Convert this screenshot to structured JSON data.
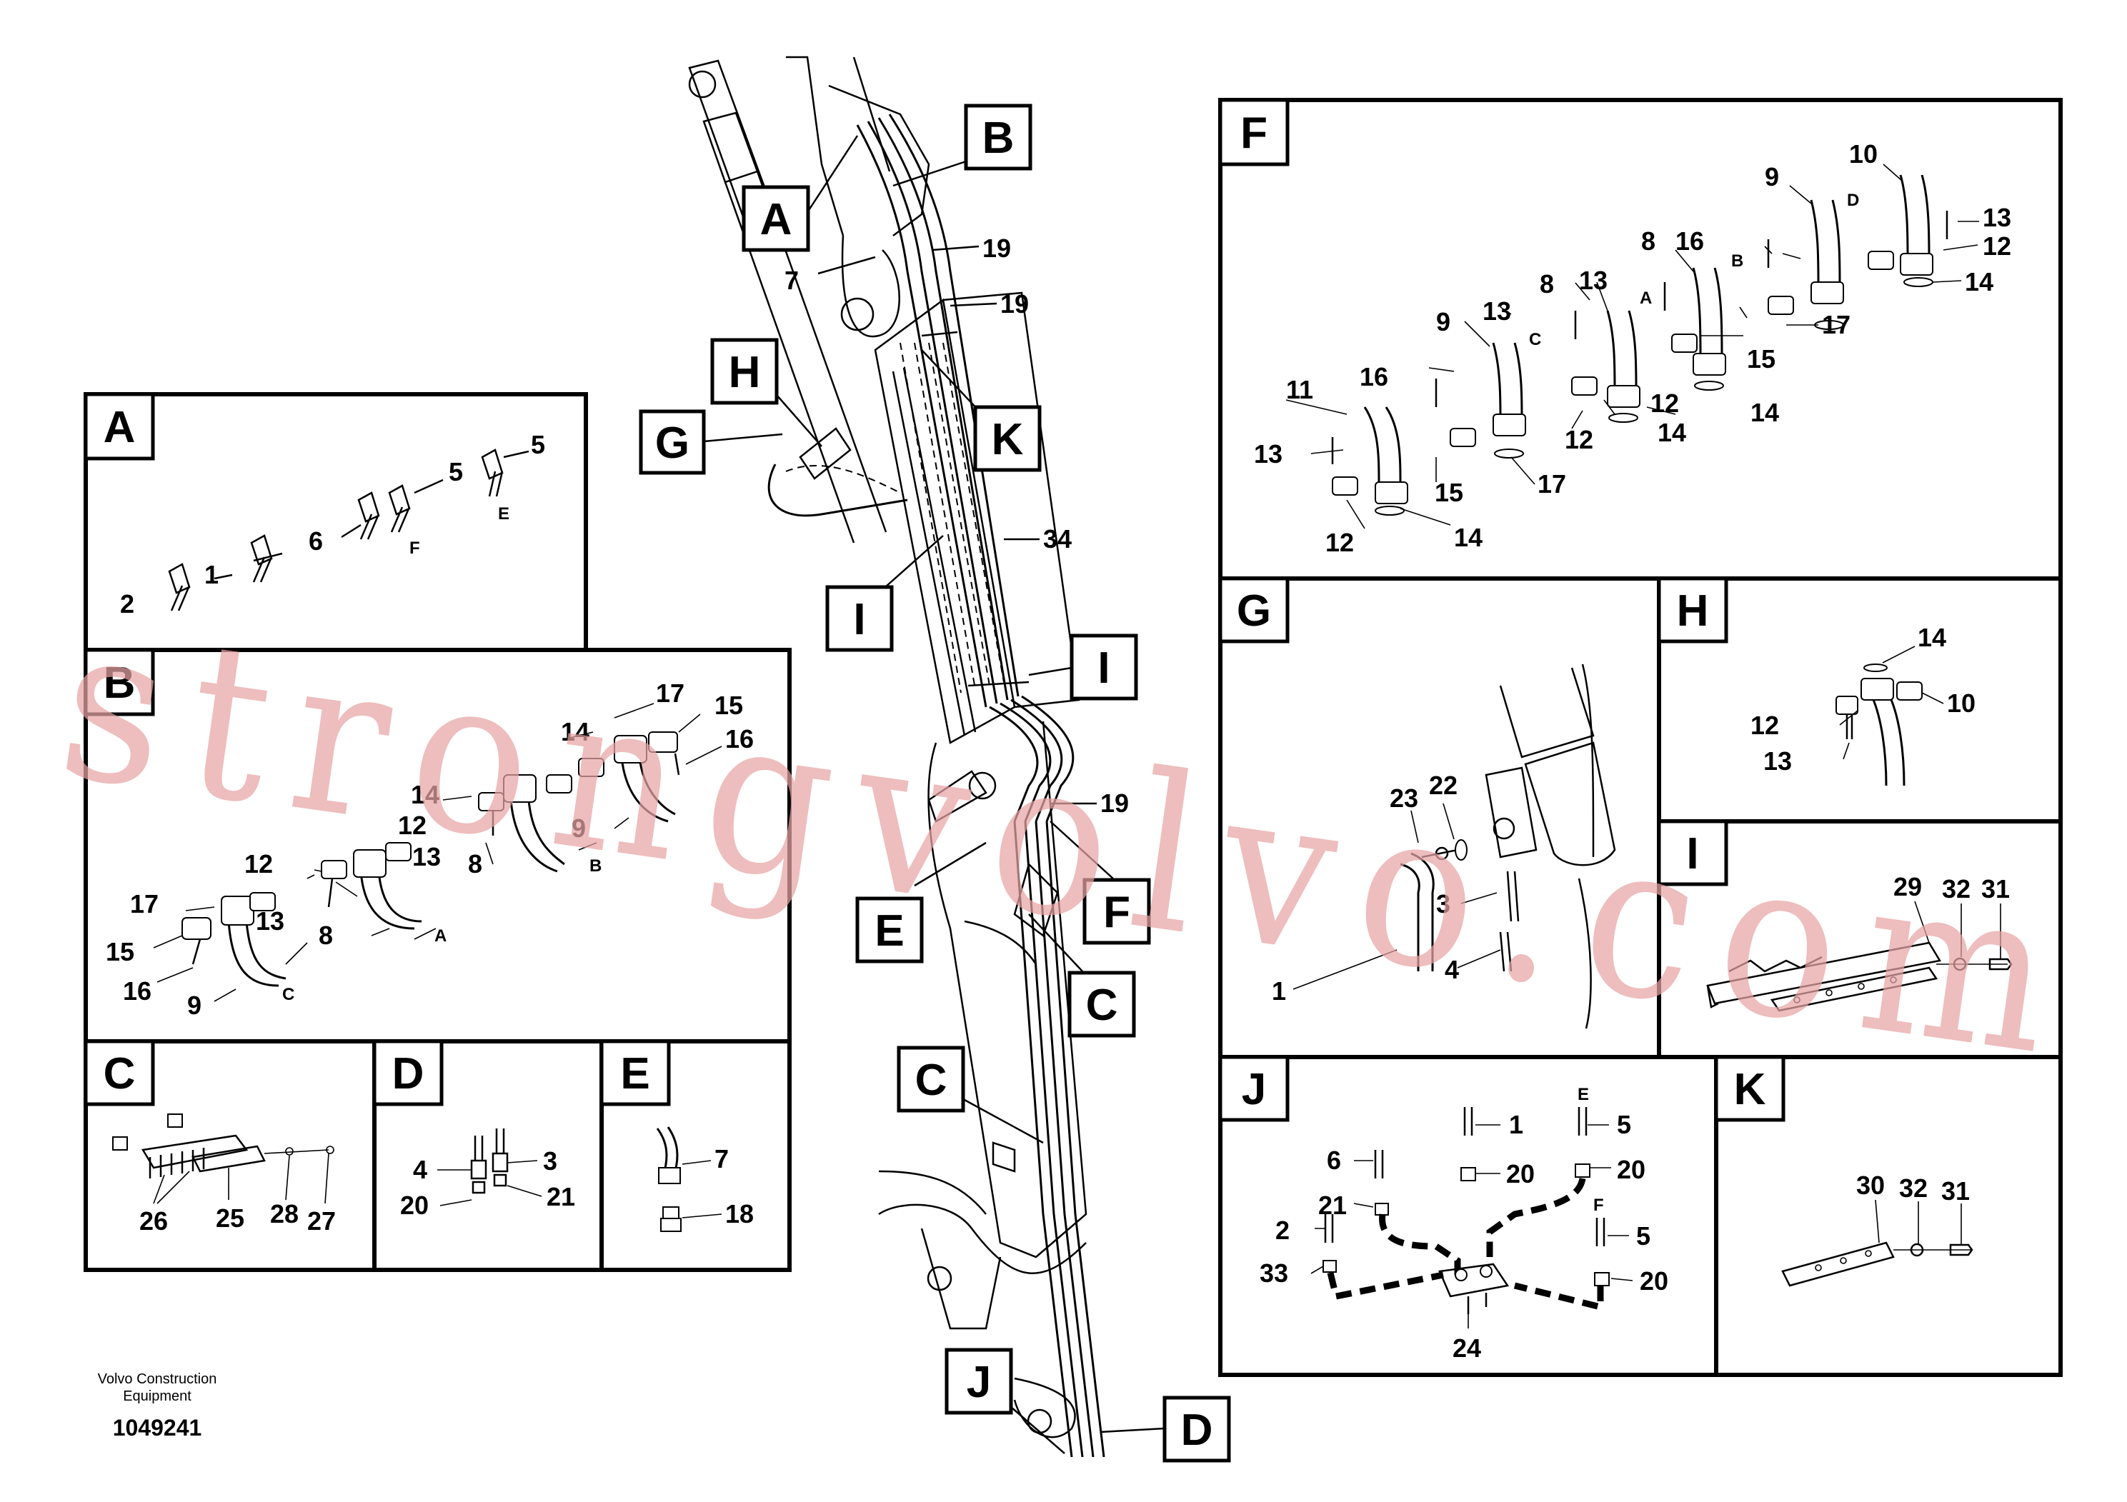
{
  "footer": {
    "company_line1": "Volvo Construction",
    "company_line2": "Equipment",
    "drawing_number": "1049241"
  },
  "watermark": {
    "text": "strongvolvo.com",
    "color": "#e8a3a3"
  },
  "main_callouts": {
    "tags": [
      "A",
      "B",
      "G",
      "H",
      "K",
      "I",
      "I",
      "E",
      "F",
      "C",
      "C",
      "J",
      "D"
    ],
    "numbers": [
      "19",
      "7",
      "19",
      "34",
      "19"
    ]
  },
  "panels": {
    "A": {
      "title": "A",
      "labels": [
        "5",
        "5",
        "6",
        "1",
        "2"
      ],
      "letters": [
        "F",
        "E"
      ]
    },
    "B": {
      "title": "B",
      "labels": [
        "17",
        "15",
        "16",
        "14",
        "14",
        "12",
        "13",
        "9",
        "8",
        "12",
        "17",
        "13",
        "8",
        "15",
        "16",
        "9"
      ],
      "letters": [
        "B",
        "A",
        "C"
      ]
    },
    "C": {
      "title": "C",
      "labels": [
        "26",
        "25",
        "28",
        "27"
      ]
    },
    "D": {
      "title": "D",
      "labels": [
        "4",
        "3",
        "20",
        "21"
      ]
    },
    "E": {
      "title": "E",
      "labels": [
        "7",
        "18"
      ]
    },
    "F": {
      "title": "F",
      "labels": [
        "10",
        "9",
        "13",
        "12",
        "14",
        "8",
        "16",
        "13",
        "17",
        "8",
        "13",
        "9",
        "12",
        "14",
        "15",
        "14",
        "11",
        "16",
        "12",
        "15",
        "17",
        "13",
        "12",
        "14"
      ],
      "letters": [
        "D",
        "B",
        "A",
        "C"
      ]
    },
    "G": {
      "title": "G",
      "labels": [
        "23",
        "22",
        "3",
        "1",
        "4"
      ]
    },
    "H": {
      "title": "H",
      "labels": [
        "14",
        "12",
        "10",
        "13"
      ]
    },
    "I": {
      "title": "I",
      "labels": [
        "29",
        "32",
        "31"
      ]
    },
    "J": {
      "title": "J",
      "labels": [
        "1",
        "5",
        "6",
        "20",
        "20",
        "21",
        "2",
        "5",
        "33",
        "20",
        "24"
      ],
      "letters": [
        "E",
        "F"
      ]
    },
    "K": {
      "title": "K",
      "labels": [
        "30",
        "32",
        "31"
      ]
    }
  }
}
